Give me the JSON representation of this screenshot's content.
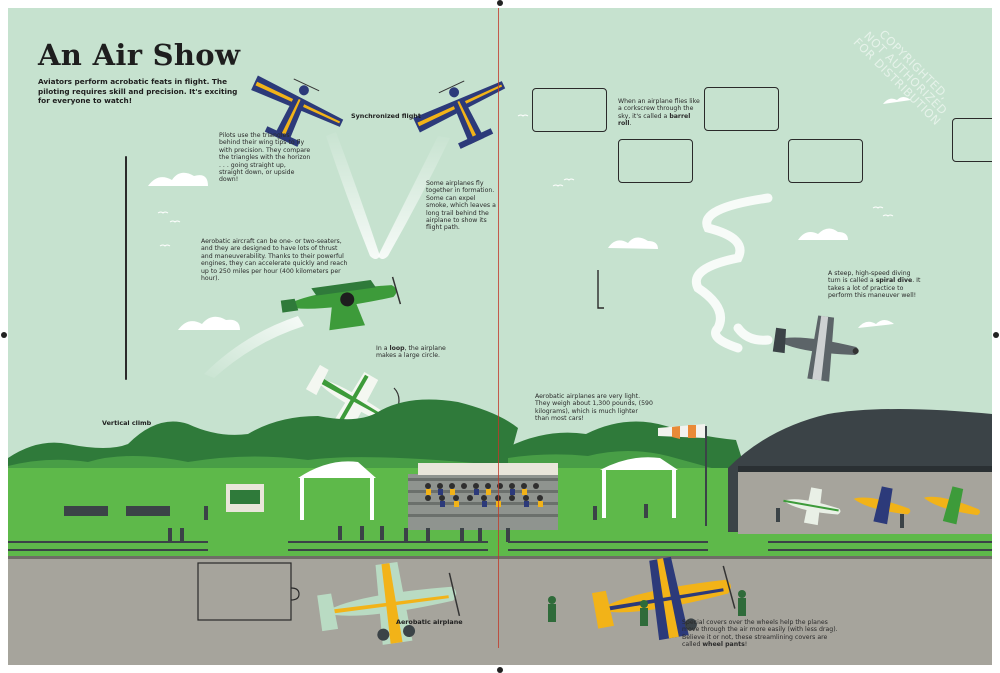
{
  "page": {
    "title": "An Air Show",
    "intro": "Aviators perform acrobatic feats in flight. The piloting requires skill and precision. It's exciting for everyone to watch!",
    "watermark": "COPYRIGHTED, NOT AUTHORIZED FOR DISTRIBUTION"
  },
  "labels": {
    "synchronized": "Synchronized flight",
    "vertical_climb": "Vertical climb",
    "aerobatic_airplane": "Aerobatic airplane"
  },
  "texts": {
    "triangles": "Pilots use the triangles behind their wing tips to fly with precision. They compare the triangles with the horizon . . . going straight up, straight down, or upside down!",
    "formation": "Some airplanes fly together in formation. Some can expel smoke, which leaves a long trail behind the airplane to show its flight path.",
    "aircraft": "Aerobatic aircraft can be one- or two-seaters, and they are designed to have lots of thrust and maneuverability. Thanks to their powerful engines, they can accelerate quickly and reach up to 250 miles per hour (400 kilometers per hour).",
    "loop_pre": "In a ",
    "loop_bold": "loop",
    "loop_post": ", the airplane makes a large circle.",
    "barrel_pre": "When an airplane flies like a corkscrew through the sky, it's called a ",
    "barrel_bold": "barrel roll",
    "barrel_post": ".",
    "spiral_pre": "A steep, high-speed diving turn is called a ",
    "spiral_bold": "spiral dive",
    "spiral_post": ". It takes a lot of practice to perform this maneuver well!",
    "light": "Aerobatic airplanes are very light. They weigh about 1,300 pounds, (590 kilograms), which is much lighter than most cars!",
    "pants_pre": "Special covers over the wheels help the planes move through the air more easily (with less drag). Believe it or not, these streamlining covers are called ",
    "pants_bold": "wheel pants",
    "pants_post": "!"
  },
  "colors": {
    "sky": "#c6e2cf",
    "grass": "#5eb94a",
    "hills_dark": "#2f7a3a",
    "tarmac": "#a6a49c",
    "navy": "#2c3a7a",
    "yellow": "#f2b318",
    "hangar": "#3b4347"
  }
}
